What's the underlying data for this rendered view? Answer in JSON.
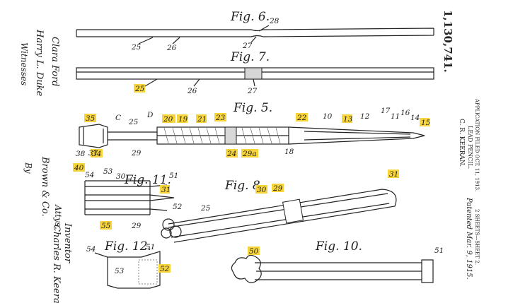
{
  "sheet": {
    "patent_number": "1,130,741.",
    "inventor_line": "C. R. KEERAN.",
    "title_line": "LEAD PENCIL.",
    "application_line": "APPLICATION FILED OCT. 11, 1913.",
    "patented_line": "Patented Mar. 9, 1915.",
    "sheets_line": "2 SHEETS—SHEET 2.",
    "witnesses_label": "Witnesses",
    "witness_signature_1": "Harry L. Duke",
    "witness_signature_2": "Clara Ford",
    "inventor_label": "Inventor",
    "inventor_name": "Charles R. Keeran",
    "by_label": "By",
    "attorney_signature": "Brown & Co.",
    "attys_label": "Attys."
  },
  "highlight_color": "#f7d53a",
  "figures": {
    "fig6": {
      "title": "Fig. 6.",
      "labels": {
        "l28": "28",
        "l25": "25",
        "l26": "26",
        "l27": "27"
      }
    },
    "fig7": {
      "title": "Fig. 7.",
      "labels": {
        "l25": "25",
        "l26": "26",
        "l27": "27"
      }
    },
    "fig5": {
      "title": "Fig. 5.",
      "labels": {
        "l35": "35",
        "lC": "C",
        "lD": "D",
        "l25": "25",
        "l20": "20",
        "l19": "19",
        "l21": "21",
        "l23": "23",
        "l22": "22",
        "l10": "10",
        "l13": "13",
        "l12": "12",
        "l17": "17",
        "l11": "11",
        "l16": "16",
        "l14": "14",
        "l15": "15",
        "l38": "38",
        "l37": "37",
        "l34": "34",
        "l29": "29",
        "l24": "24",
        "l29a": "29a",
        "l18": "18",
        "l40": "40"
      }
    },
    "fig11": {
      "title": "Fig. 11.",
      "labels": {
        "l54": "54",
        "l53": "53",
        "l30": "30",
        "l51": "51",
        "l31": "31",
        "l52": "52",
        "l55": "55",
        "l29": "29"
      }
    },
    "fig8": {
      "title": "Fig. 8.",
      "labels": {
        "l30": "30",
        "l29": "29",
        "l31": "31",
        "l25": "25"
      }
    },
    "fig12": {
      "title": "Fig. 12.",
      "labels": {
        "l54": "54",
        "l51": "51",
        "l53": "53",
        "l52": "52"
      }
    },
    "fig10": {
      "title": "Fig. 10.",
      "labels": {
        "l50": "50",
        "l51": "51"
      }
    }
  }
}
